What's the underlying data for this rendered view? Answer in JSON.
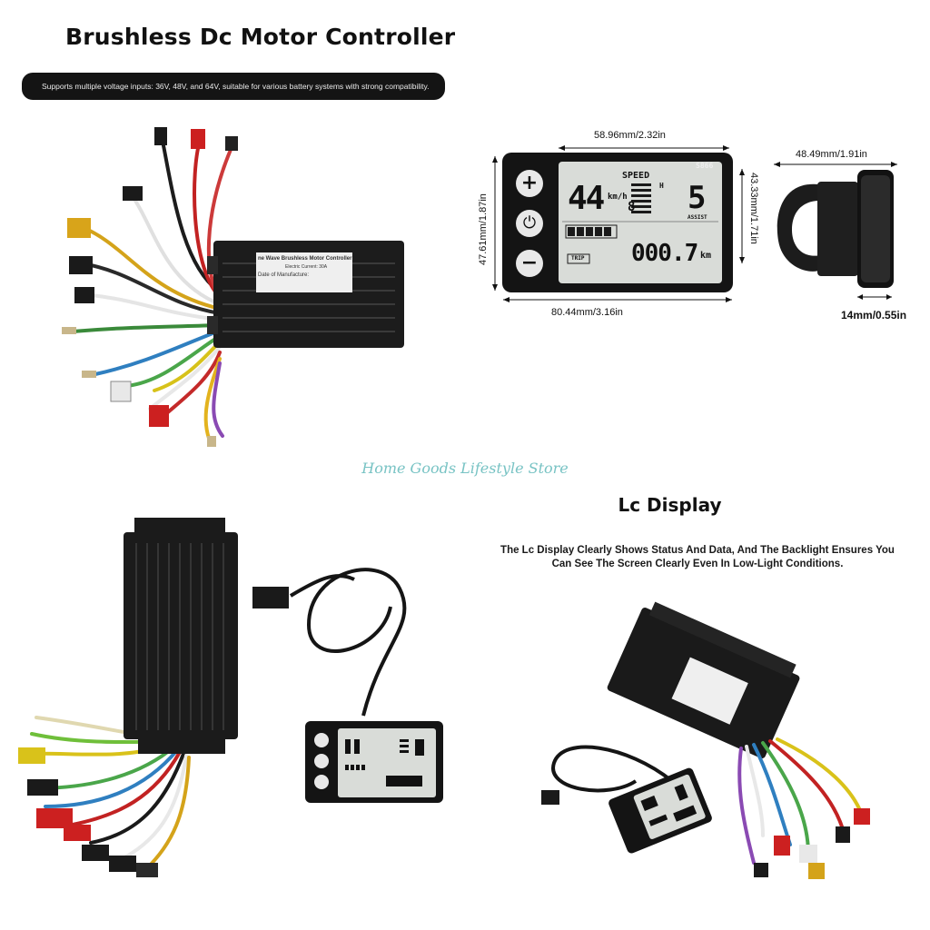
{
  "header": {
    "title": "Brushless Dc Motor Controller",
    "banner_text": "Supports multiple voltage inputs: 36V, 48V, and 64V, suitable for various battery systems with strong compatibility."
  },
  "controller_label": {
    "line1": "ne Wave Brushless Motor Controller",
    "line2": "Electric Current: 30A",
    "line3": "Date of Manufacture:"
  },
  "dimensions": {
    "top_width": "58.96mm/2.32in",
    "left_height": "47.61mm/1.87in",
    "right_height": "43.33mm/1.71in",
    "bottom_width": "80.44mm/3.16in",
    "side_width": "48.49mm/1.91in",
    "side_depth": "14mm/0.55in"
  },
  "display": {
    "model": "S866",
    "speed_label": "SPEED",
    "speed_value": "44",
    "speed_unit": "km/h",
    "h_label": "H",
    "sub_value": "8",
    "assist_value": "5",
    "assist_label": "ASSIST",
    "trip_label": "TRIP",
    "odo_value": "000.7",
    "odo_unit": "km",
    "btn_plus": "+",
    "btn_power": "⏻",
    "btn_minus": "−"
  },
  "watermark": "Home Goods Lifestyle Store",
  "lc_section": {
    "title": "Lc Display",
    "description": "The Lc Display Clearly Shows Status And Data, And The Backlight Ensures You Can See The Screen Clearly Even In Low-Light Conditions."
  },
  "colors": {
    "banner_bg": "#141414",
    "watermark": "#78c3c4",
    "lcd_bg": "#d9dcd8",
    "housing": "#1a1a1a"
  }
}
